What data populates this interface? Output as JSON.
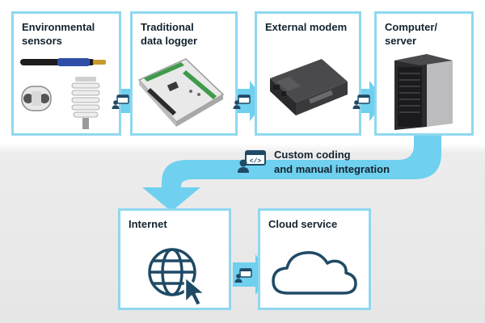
{
  "colors": {
    "card_border": "#8fd8ef",
    "flow_arrow": "#6fd0ef",
    "icon_navy": "#1f4a66",
    "cloud_stroke": "#1f4a66",
    "text": "#13232f"
  },
  "nodes": [
    {
      "id": "environmental-sensors",
      "title": "Environmental\nsensors",
      "icon": "sensor-devices-icon"
    },
    {
      "id": "traditional-data-logger",
      "title": "Traditional\ndata logger",
      "icon": "data-logger-icon"
    },
    {
      "id": "external-modem",
      "title": "External modem",
      "icon": "modem-icon"
    },
    {
      "id": "computer-server",
      "title": "Computer/\nserver",
      "icon": "tower-server-icon"
    },
    {
      "id": "internet",
      "title": "Internet",
      "icon": "globe-cursor-icon"
    },
    {
      "id": "cloud-service",
      "title": "Cloud service",
      "icon": "cloud-icon"
    }
  ],
  "connector_icon": "developer-at-code-window-icon",
  "integration_note": {
    "line1": "Custom coding",
    "line2": "and manual integration",
    "icon": "developer-at-code-window-icon"
  }
}
